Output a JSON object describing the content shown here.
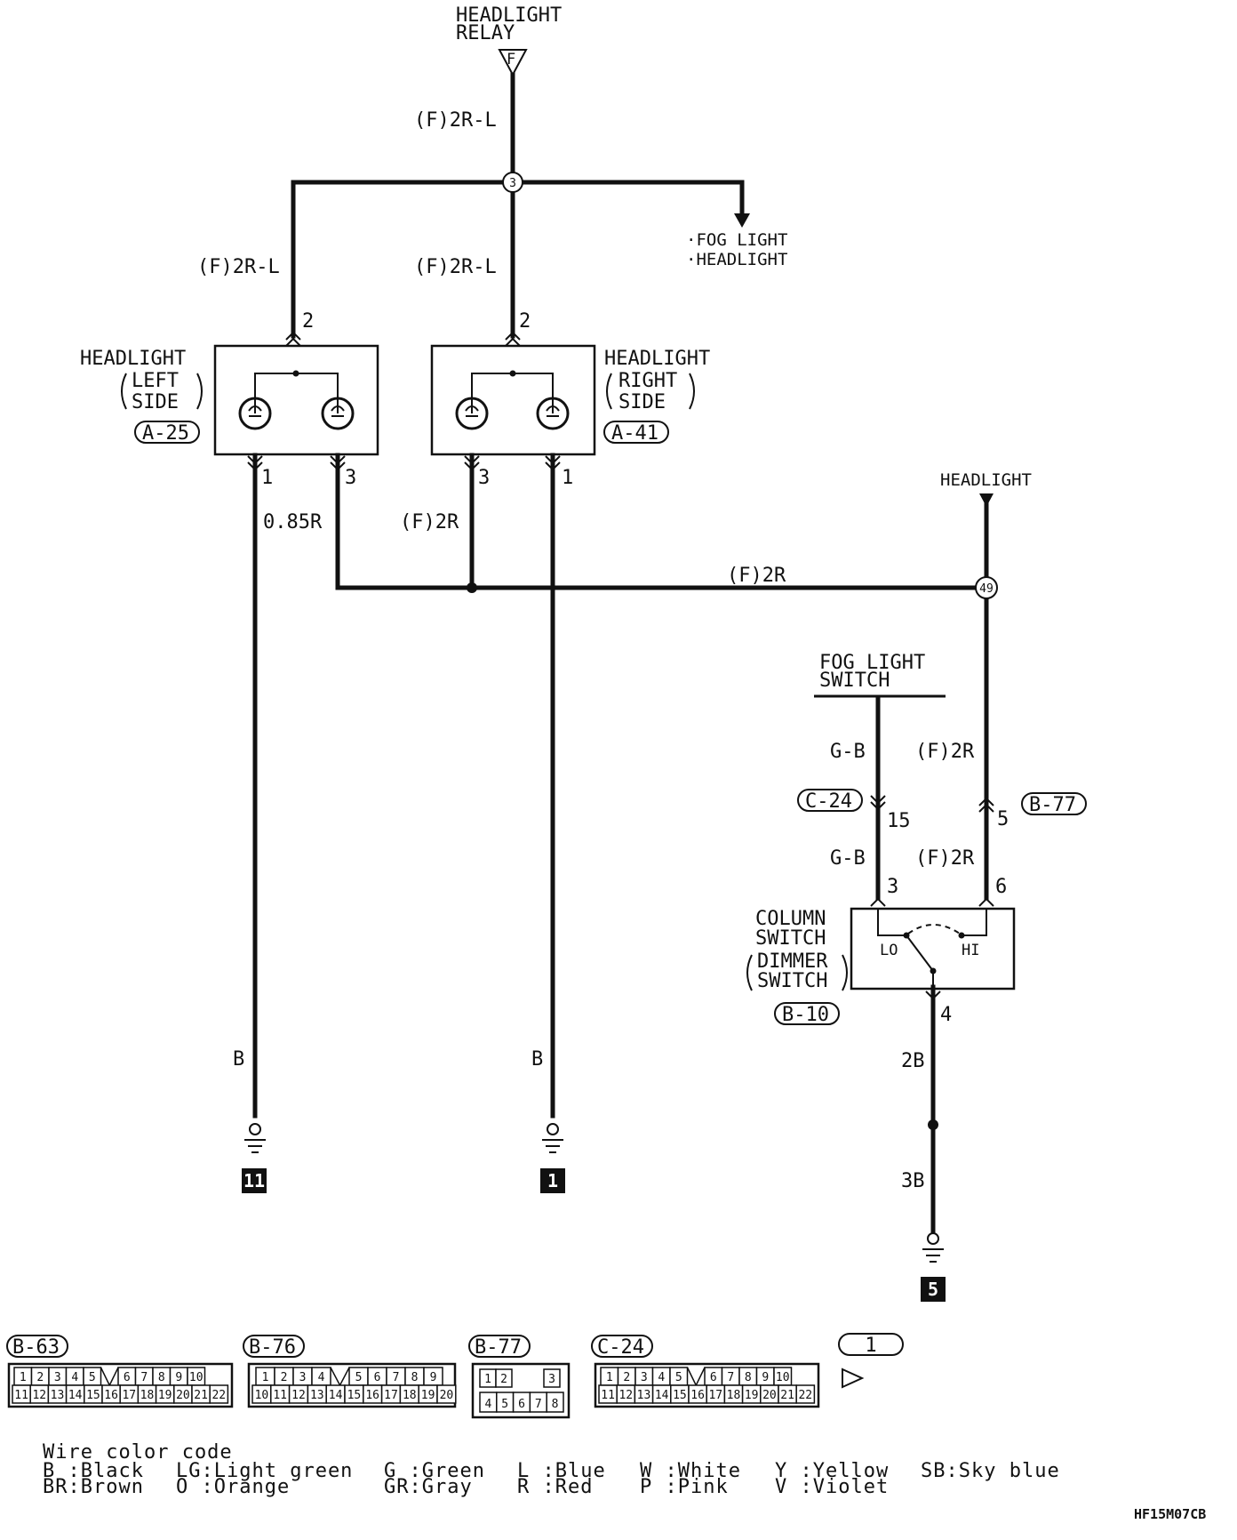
{
  "relay": {
    "line1": "HEADLIGHT",
    "line2": "RELAY",
    "terminal": "F"
  },
  "wires": {
    "relay_out": "(F)2R-L",
    "left_feed": "(F)2R-L",
    "right_feed": "(F)2R-L",
    "left_pin1": "0.85R",
    "right_pin3": "(F)2R",
    "to_junction": "(F)2R",
    "fog_switch_out": "G-B",
    "hi_feed": "(F)2R",
    "fog_to_col": "G-B",
    "hi_to_col": "(F)2R",
    "left_ground": "B",
    "right_ground": "B",
    "col_out": "2B",
    "col_ground": "3B"
  },
  "junctions": {
    "top": "3",
    "right": "49"
  },
  "fog_branch": {
    "line1": "·FOG LIGHT",
    "line2": "·HEADLIGHT"
  },
  "headlight_left": {
    "line1": "HEADLIGHT",
    "line2": "LEFT",
    "line3": "SIDE",
    "connector": "A-25",
    "pin_top": "2",
    "pin_a": "1",
    "pin_b": "3"
  },
  "headlight_right": {
    "line1": "HEADLIGHT",
    "line2": "RIGHT",
    "line3": "SIDE",
    "connector": "A-41",
    "pin_top": "2",
    "pin_a": "3",
    "pin_b": "1"
  },
  "headlight_arrow_label": "HEADLIGHT",
  "fog_switch": {
    "line1": "FOG LIGHT",
    "line2": "SWITCH"
  },
  "connectors_inline": {
    "c24": "C-24",
    "c24_pin": "15",
    "b77": "B-77",
    "b77_pin": "5"
  },
  "column_switch": {
    "line1": "COLUMN",
    "line2": "SWITCH",
    "line3": "DIMMER",
    "line4": "SWITCH",
    "connector": "B-10",
    "pin_lo": "3",
    "pin_hi": "6",
    "pin_out": "4",
    "lo": "LO",
    "hi": "HI"
  },
  "grounds": {
    "left": "11",
    "right": "1",
    "column": "5"
  },
  "connector_views": {
    "b63": {
      "label": "B-63",
      "row1": [
        "1",
        "2",
        "3",
        "4",
        "5",
        "6",
        "7",
        "8",
        "9",
        "10"
      ],
      "row2": [
        "11",
        "12",
        "13",
        "14",
        "15",
        "16",
        "17",
        "18",
        "19",
        "20",
        "21",
        "22"
      ]
    },
    "b76": {
      "label": "B-76",
      "row1": [
        "1",
        "2",
        "3",
        "4",
        "5",
        "6",
        "7",
        "8",
        "9"
      ],
      "row2": [
        "10",
        "11",
        "12",
        "13",
        "14",
        "15",
        "16",
        "17",
        "18",
        "19",
        "20"
      ]
    },
    "b77": {
      "label": "B-77",
      "row1": [
        "1",
        "2",
        "3"
      ],
      "row2": [
        "4",
        "5",
        "6",
        "7",
        "8"
      ]
    },
    "c24": {
      "label": "C-24",
      "row1": [
        "1",
        "2",
        "3",
        "4",
        "5",
        "6",
        "7",
        "8",
        "9",
        "10"
      ],
      "row2": [
        "11",
        "12",
        "13",
        "14",
        "15",
        "16",
        "17",
        "18",
        "19",
        "20",
        "21",
        "22"
      ]
    },
    "one": {
      "label": "1"
    }
  },
  "legend": {
    "title": "Wire color code",
    "items": [
      [
        "B :Black",
        "BR:Brown"
      ],
      [
        "LG:Light green",
        "O :Orange"
      ],
      [
        "G :Green",
        "GR:Gray"
      ],
      [
        "L :Blue",
        "R :Red"
      ],
      [
        "W :White",
        "P :Pink"
      ],
      [
        "Y :Yellow",
        "V :Violet"
      ],
      [
        "SB:Sky blue"
      ]
    ]
  },
  "figure_code": "HF15M07CB"
}
